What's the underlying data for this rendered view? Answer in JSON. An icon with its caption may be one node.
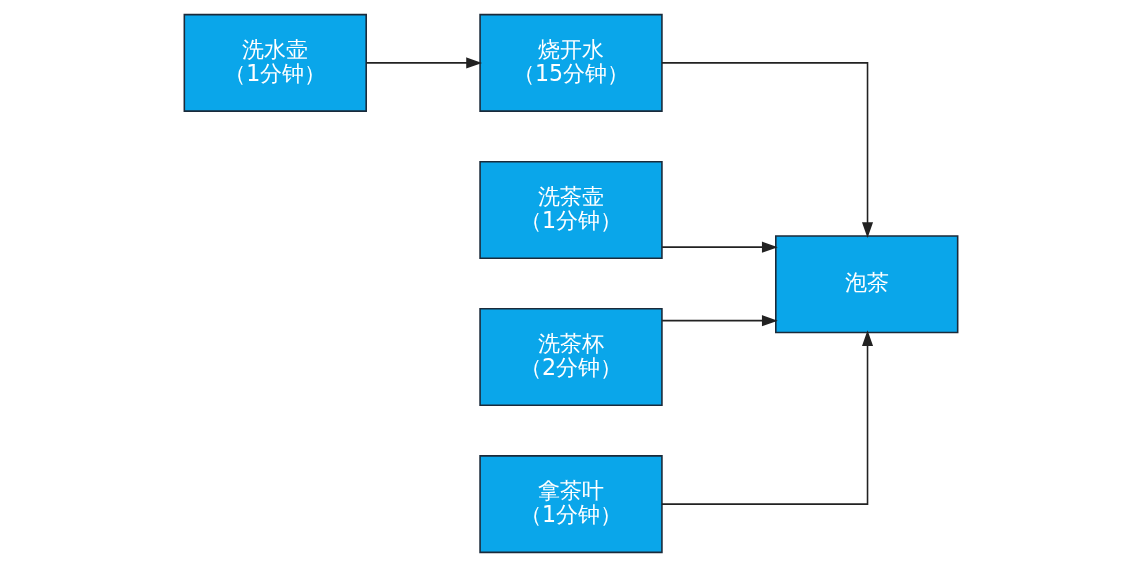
{
  "diagram": {
    "nodes": [
      {
        "text": [
          "洗水壶",
          "（1分钟）"
        ]
      },
      {
        "text": [
          "烧开水",
          "（15分钟）"
        ]
      },
      {
        "text": [
          "泡茶"
        ]
      },
      {
        "text": [
          "洗茶壶",
          "（1分钟）"
        ]
      },
      {
        "text": [
          "洗茶杯",
          "（2分钟）"
        ]
      },
      {
        "text": [
          "拿茶叶",
          "（1分钟）"
        ]
      }
    ],
    "edges": [
      {
        "from": 0,
        "to": 1,
        "arrow": "to"
      },
      {
        "from": 1,
        "to": 2,
        "arrow": "to"
      },
      {
        "from": 3,
        "to": 2,
        "arrow": "to"
      },
      {
        "from": 4,
        "to": 2,
        "arrow": "to"
      },
      {
        "from": 5,
        "to": 2,
        "arrow": "to"
      }
    ]
  }
}
